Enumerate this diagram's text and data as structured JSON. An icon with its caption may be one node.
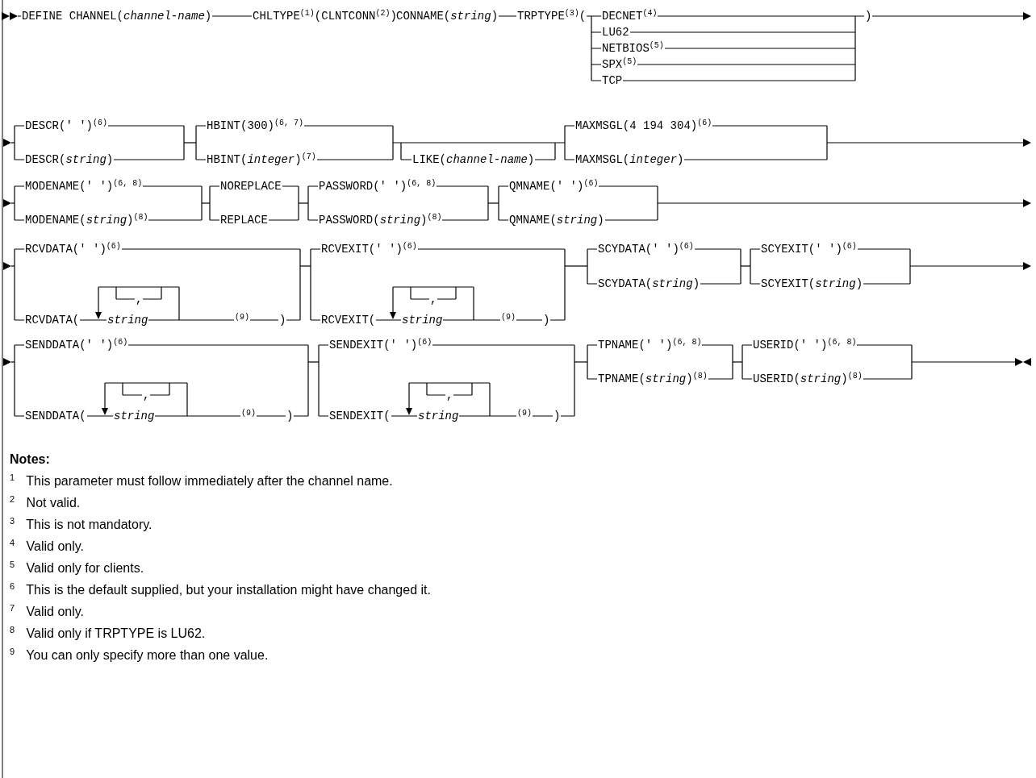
{
  "diagram": {
    "labels": [
      "DEFINE CHANNEL(*channel-name*)",
      "CHLTYPE$^{(1)}$(CLNTCONN$^{(2)}$)",
      "CONNAME(*string*)",
      "TRPTYPE$^{(3)}$(",
      "DECNET$^{(4)}$",
      ")",
      "LU62",
      "NETBIOS$^{(5)}$",
      "SPX$^{(5)}$",
      "TCP",
      "DESCR(' ')$^{(6)}$",
      "HBINT(300)$^{(6, 7)}$",
      "MAXMSGL(4 194 304)$^{(6)}$",
      "DESCR(*string*)",
      "HBINT(*integer*)$^{(7)}$",
      "LIKE(*channel-name*)",
      "MAXMSGL(*integer*)",
      "MODENAME(' ')$^{(6, 8)}$",
      "NOREPLACE",
      "PASSWORD(' ')$^{(6, 8)}$",
      "QMNAME(' ')$^{(6)}$",
      "MODENAME(*string*)$^{(8)}$",
      "REPLACE",
      "PASSWORD(*string*)$^{(8)}$",
      "QMNAME(*string*)",
      "RCVDATA(' ')$^{(6)}$",
      "RCVEXIT(' ')$^{(6)}$",
      "SCYDATA(' ')$^{(6)}$",
      "SCYEXIT(' ')$^{(6)}$",
      "SCYDATA(*string*)",
      "SCYEXIT(*string*)",
      ",",
      ",",
      "RCVDATA(",
      "*string*",
      "$^{(9)}$",
      ")",
      "RCVEXIT(",
      "*string*",
      "$^{(9)}$",
      ")",
      "SENDDATA(' ')$^{(6)}$",
      "SENDEXIT(' ')$^{(6)}$",
      "TPNAME(' ')$^{(6, 8)}$",
      "USERID(' ')$^{(6, 8)}$",
      "TPNAME(*string*)$^{(8)}$",
      "USERID(*string*)$^{(8)}$",
      ",",
      ",",
      "SENDDATA(",
      "*string*",
      "$^{(9)}$",
      ")",
      "SENDEXIT(",
      "*string*",
      "$^{(9)}$",
      ")",
      "Notes:",
      "$^{1}$ This parameter must follow immediately after the channel name.",
      "$^{2}$ Not valid.",
      "$^{3}$ This is not mandatory.",
      "$^{4}$ Valid only.",
      "$^{5}$ Valid only for clients.",
      "$^{6}$ This is the default supplied, but your installation might have changed it.",
      "$^{7}$ Valid only.",
      "$^{8}$ Valid only if TRPTYPE is LU62.",
      "$^{9}$ You can only specify more than one value."
    ]
  }
}
